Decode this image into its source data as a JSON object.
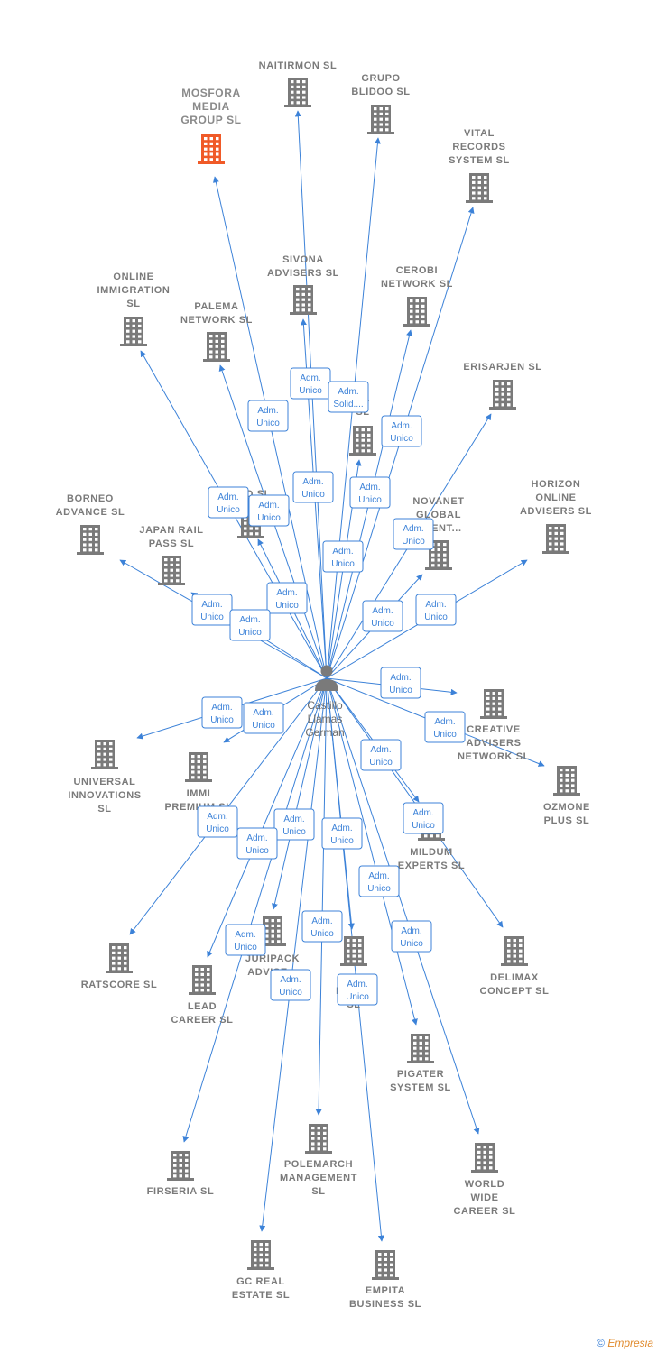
{
  "colors": {
    "edge": "#3c82d8",
    "building": "#7a7a7a",
    "highlight": "#f05a28",
    "text": "#7a7a7a"
  },
  "center": {
    "label_lines": [
      "Castillo",
      "Llamas",
      "German"
    ],
    "icon": "person-icon"
  },
  "companies": [
    {
      "id": "mosfora",
      "lines": [
        "MOSFORA",
        "MEDIA",
        "GROUP  SL"
      ],
      "highlight": true
    },
    {
      "id": "naitirmon",
      "lines": [
        "NAITIRMON  SL"
      ]
    },
    {
      "id": "grupo-blidoo",
      "lines": [
        "GRUPO",
        "BLIDOO SL"
      ]
    },
    {
      "id": "vital-records",
      "lines": [
        "VITAL",
        "RECORDS",
        "SYSTEM  SL"
      ]
    },
    {
      "id": "sivona",
      "lines": [
        "SIVONA",
        "ADVISERS  SL"
      ]
    },
    {
      "id": "cerobi",
      "lines": [
        "CEROBI",
        "NETWORK  SL"
      ]
    },
    {
      "id": "online-immigration",
      "lines": [
        "ONLINE",
        "IMMIGRATION",
        "SL"
      ]
    },
    {
      "id": "palema",
      "lines": [
        "PALEMA",
        "NETWORK  SL"
      ]
    },
    {
      "id": "erisarjen",
      "lines": [
        "ERISARJEN  SL"
      ]
    },
    {
      "id": "la",
      "lines": [
        "LA",
        "SL"
      ]
    },
    {
      "id": "borneo",
      "lines": [
        "BORNEO",
        "ADVANCE  SL"
      ]
    },
    {
      "id": "ead",
      "lines": [
        "EAD  SL"
      ]
    },
    {
      "id": "novanet",
      "lines": [
        "NOVANET",
        "GLOBAL",
        "EMENT..."
      ]
    },
    {
      "id": "horizon",
      "lines": [
        "HORIZON",
        "ONLINE",
        "ADVISERS  SL"
      ]
    },
    {
      "id": "japan-rail",
      "lines": [
        "JAPAN RAIL",
        "PASS  SL"
      ]
    },
    {
      "id": "creative",
      "lines": [
        "CREATIVE",
        "ADVISERS",
        "NETWORK  SL"
      ]
    },
    {
      "id": "universal",
      "lines": [
        "UNIVERSAL",
        "INNOVATIONS",
        "SL"
      ]
    },
    {
      "id": "immi",
      "lines": [
        "IMMI",
        "PREMIUM  SL"
      ]
    },
    {
      "id": "ozmone",
      "lines": [
        "OZMONE",
        "PLUS  SL"
      ]
    },
    {
      "id": "mildum",
      "lines": [
        "MILDUM",
        "EXPERTS  SL"
      ]
    },
    {
      "id": "ratscore",
      "lines": [
        "RATSCORE  SL"
      ]
    },
    {
      "id": "juripack",
      "lines": [
        "JURIPACK",
        "ADVISE..."
      ]
    },
    {
      "id": "g-invest",
      "lines": [
        "G",
        "INV        NT",
        "SL"
      ]
    },
    {
      "id": "delimax",
      "lines": [
        "DELIMAX",
        "CONCEPT  SL"
      ]
    },
    {
      "id": "lead-career",
      "lines": [
        "LEAD",
        "CAREER  SL"
      ]
    },
    {
      "id": "pigater",
      "lines": [
        "PIGATER",
        "SYSTEM  SL"
      ]
    },
    {
      "id": "polemarch",
      "lines": [
        "POLEMARCH",
        "MANAGEMENT",
        "SL"
      ]
    },
    {
      "id": "firseria",
      "lines": [
        "FIRSERIA SL"
      ]
    },
    {
      "id": "world-wide",
      "lines": [
        "WORLD",
        "WIDE",
        "CAREER  SL"
      ]
    },
    {
      "id": "gc-real",
      "lines": [
        "GC REAL",
        "ESTATE  SL"
      ]
    },
    {
      "id": "empita",
      "lines": [
        "EMPITA",
        "BUSINESS  SL"
      ]
    }
  ],
  "relations": [
    {
      "to": "mosfora",
      "lines": [
        "Adm.",
        "Unico"
      ]
    },
    {
      "to": "naitirmon",
      "lines": [
        "Adm.",
        "Unico"
      ]
    },
    {
      "to": "grupo-blidoo",
      "lines": [
        "Adm.",
        "Solid...."
      ]
    },
    {
      "to": "vital-records",
      "lines": [
        "Adm.",
        "Unico"
      ]
    },
    {
      "to": "sivona",
      "lines": [
        "Adm.",
        "Unico"
      ]
    },
    {
      "to": "cerobi",
      "lines": [
        "Adm.",
        "Unico"
      ]
    },
    {
      "to": "online-immigration",
      "lines": [
        "Adm.",
        "Unico"
      ]
    },
    {
      "to": "palema",
      "lines": [
        "Adm.",
        "Unico"
      ]
    },
    {
      "to": "erisarjen",
      "lines": [
        "Adm.",
        "Unico"
      ]
    },
    {
      "to": "la",
      "lines": [
        "Adm.",
        "Unico"
      ]
    },
    {
      "to": "borneo",
      "lines": [
        "Adm.",
        "Unico"
      ]
    },
    {
      "to": "ead",
      "lines": [
        "Adm.",
        "Unico"
      ]
    },
    {
      "to": "novanet",
      "lines": [
        "Adm.",
        "Unico"
      ]
    },
    {
      "to": "horizon",
      "lines": [
        "Adm.",
        "Unico"
      ]
    },
    {
      "to": "japan-rail",
      "lines": [
        "Adm.",
        "Unico"
      ]
    },
    {
      "to": "creative",
      "lines": [
        "Adm.",
        "Unico"
      ]
    },
    {
      "to": "universal",
      "lines": [
        "Adm.",
        "Unico"
      ]
    },
    {
      "to": "immi",
      "lines": [
        "Adm.",
        "Unico"
      ]
    },
    {
      "to": "ozmone",
      "lines": [
        "Adm.",
        "Unico"
      ]
    },
    {
      "to": "mildum",
      "lines": [
        "Adm.",
        "Unico"
      ]
    },
    {
      "to": "ratscore",
      "lines": [
        "Adm.",
        "Unico"
      ]
    },
    {
      "to": "juripack",
      "lines": [
        "Adm.",
        "Unico"
      ]
    },
    {
      "to": "g-invest",
      "lines": [
        "Adm.",
        "Unico"
      ]
    },
    {
      "to": "delimax",
      "lines": [
        "Adm.",
        "Unico"
      ]
    },
    {
      "to": "lead-career",
      "lines": [
        "Adm.",
        "Unico"
      ]
    },
    {
      "to": "pigater",
      "lines": [
        "Adm.",
        "Unico"
      ]
    },
    {
      "to": "polemarch",
      "lines": [
        "Adm.",
        "Unico"
      ]
    },
    {
      "to": "firseria",
      "lines": [
        "Adm.",
        "Unico"
      ]
    },
    {
      "to": "world-wide",
      "lines": [
        "Adm.",
        "Unico"
      ]
    },
    {
      "to": "gc-real",
      "lines": [
        "Adm.",
        "Unico"
      ]
    },
    {
      "to": "empita",
      "lines": [
        "Adm.",
        "Unico"
      ]
    }
  ],
  "footer": {
    "copyright": "©",
    "brand": "Empresia"
  }
}
